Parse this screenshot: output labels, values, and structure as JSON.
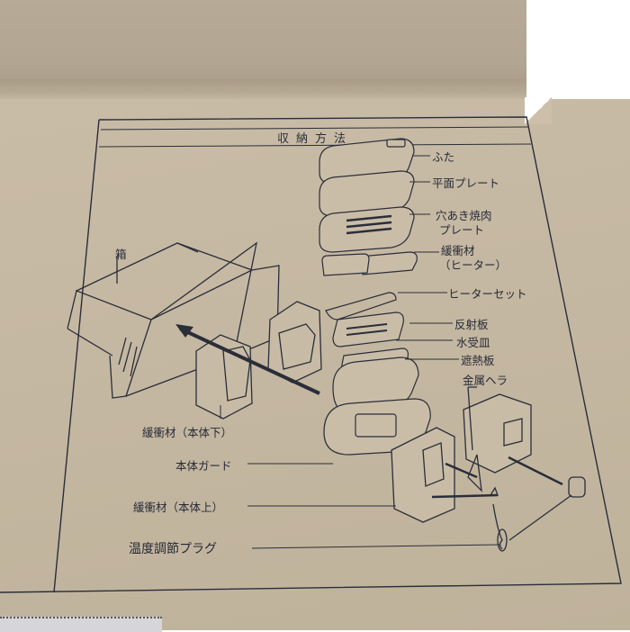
{
  "scene": {
    "description": "Photo of an opened cardboard box lid showing a printed storage-instruction diagram",
    "colors": {
      "cardboard": "#c5b8a2",
      "ink": "#262a38"
    }
  },
  "diagram": {
    "title": "収納方法",
    "box_label": "箱",
    "right_labels": [
      {
        "id": "lid",
        "text": "ふた"
      },
      {
        "id": "flat-plate",
        "text": "平面プレート"
      },
      {
        "id": "perforated-grill-plate-1",
        "text": "穴あき焼肉"
      },
      {
        "id": "perforated-grill-plate-2",
        "text": "プレート"
      },
      {
        "id": "cushion-heater-1",
        "text": "緩衝材"
      },
      {
        "id": "cushion-heater-2",
        "text": "（ヒーター）"
      },
      {
        "id": "heater-set",
        "text": "ヒーターセット"
      },
      {
        "id": "reflector",
        "text": "反射板"
      },
      {
        "id": "water-tray",
        "text": "水受皿"
      },
      {
        "id": "heat-shield",
        "text": "遮熱板"
      },
      {
        "id": "metal-spatula",
        "text": "金属ヘラ"
      }
    ],
    "left_labels": [
      {
        "id": "cushion-lower",
        "text": "緩衝材（本体下）"
      },
      {
        "id": "body-guard",
        "text": "本体ガード"
      },
      {
        "id": "cushion-upper",
        "text": "緩衝材（本体上）"
      },
      {
        "id": "temp-plug",
        "text": "温度調節プラグ"
      }
    ]
  }
}
